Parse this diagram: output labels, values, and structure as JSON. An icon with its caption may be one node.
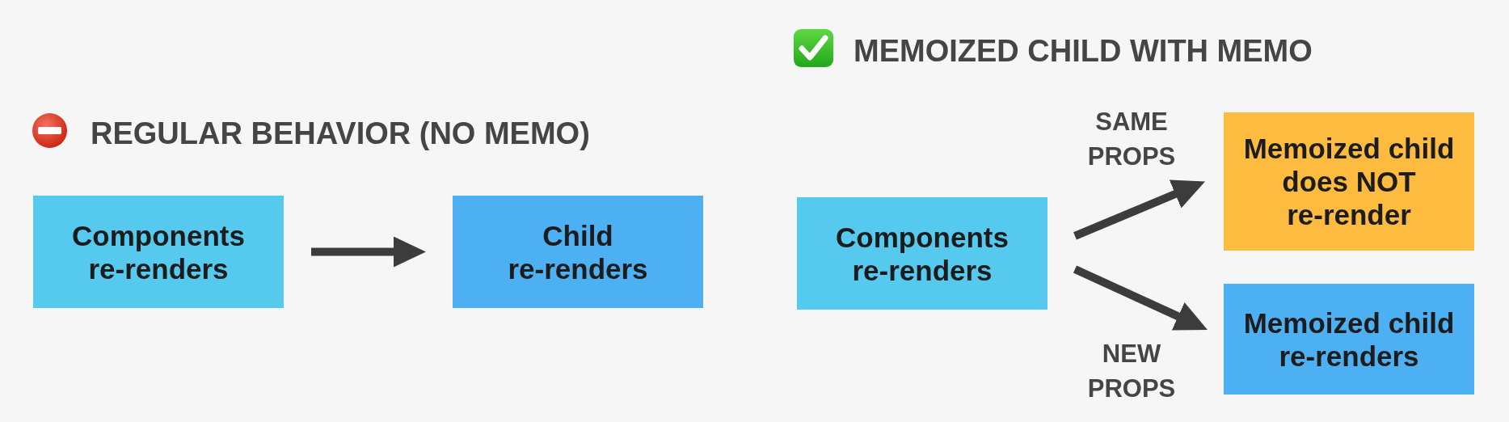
{
  "diagram": {
    "nodes": [
      {
        "text": [
          "Components re-renders"
        ]
      },
      {
        "text": [
          "Child re-renders"
        ]
      },
      {
        "text": [
          "Components re-renders"
        ]
      },
      {
        "text": [
          "Memoized child does NOT re-render"
        ]
      },
      {
        "text": [
          "Memoized child re-renders"
        ]
      }
    ],
    "edges": [
      {
        "from": 0,
        "to": 1,
        "arrow": "to"
      },
      {
        "from": 2,
        "to": 3,
        "arrow": "to",
        "label": "SAME PROPS"
      },
      {
        "from": 2,
        "to": 4,
        "arrow": "to",
        "label": "NEW PROPS"
      }
    ],
    "labels": [
      "REGULAR BEHAVIOR (NO MEMO)",
      "MEMOIZED CHILD WITH MEMO"
    ]
  }
}
